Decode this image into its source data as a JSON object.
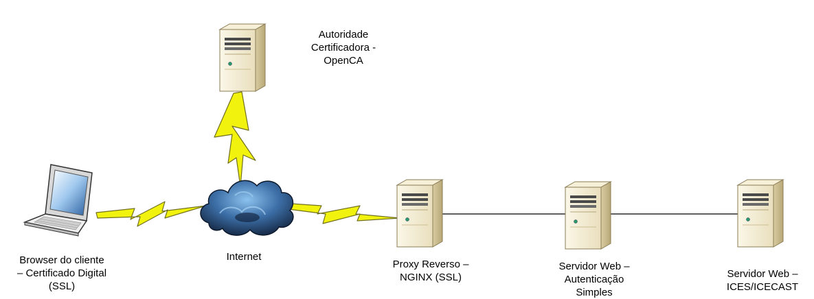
{
  "nodes": {
    "ca_server": {
      "label_lines": [
        "Autoridade",
        "Certificadora -",
        "OpenCA"
      ],
      "icon": "server-tower-icon"
    },
    "client_laptop": {
      "label_lines": [
        "Browser do cliente",
        "– Certificado Digital",
        "(SSL)"
      ],
      "icon": "laptop-icon"
    },
    "internet_cloud": {
      "label_lines": [
        "Internet"
      ],
      "icon": "cloud-icon"
    },
    "proxy_server": {
      "label_lines": [
        "Proxy Reverso –",
        "NGINX (SSL)"
      ],
      "icon": "server-tower-icon"
    },
    "auth_server": {
      "label_lines": [
        "Servidor Web –",
        "Autenticação",
        "Simples"
      ],
      "icon": "server-tower-icon"
    },
    "ices_server": {
      "label_lines": [
        "Servidor Web –",
        "ICES/ICECAST"
      ],
      "icon": "server-tower-icon"
    }
  },
  "connections": [
    {
      "from": "ca_server",
      "to": "internet_cloud",
      "style": "lightning"
    },
    {
      "from": "client_laptop",
      "to": "internet_cloud",
      "style": "lightning"
    },
    {
      "from": "internet_cloud",
      "to": "proxy_server",
      "style": "lightning"
    },
    {
      "from": "proxy_server",
      "to": "auth_server",
      "style": "line"
    },
    {
      "from": "auth_server",
      "to": "ices_server",
      "style": "line"
    }
  ],
  "colors": {
    "lightning_fill": "#f2f20f",
    "lightning_stroke": "#707020",
    "cloud_dark": "#1c3050",
    "cloud_light": "#7ab0e0",
    "server_body": "#f3ecd2",
    "server_side": "#d6c79a",
    "line": "#000000"
  }
}
